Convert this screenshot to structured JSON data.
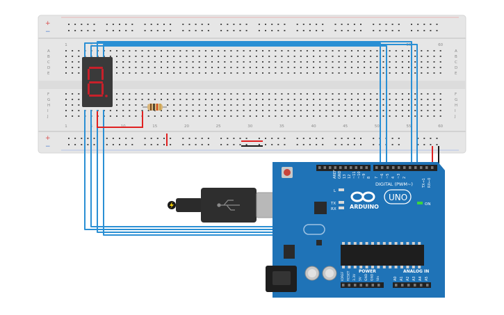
{
  "breadboard": {
    "column_numbers": [
      "1",
      "5",
      "10",
      "15",
      "20",
      "25",
      "30",
      "35",
      "40",
      "45",
      "50",
      "55",
      "60"
    ],
    "row_letters_top": [
      "A",
      "B",
      "C",
      "D",
      "E"
    ],
    "row_letters_bottom": [
      "F",
      "G",
      "H",
      "I",
      "J"
    ],
    "rail_plus": "+",
    "rail_minus": "−",
    "color_board": "#e6e6e6",
    "color_rail_red": "#d84b4b",
    "color_rail_blue": "#4f7fd0"
  },
  "display": {
    "digit_glyph": "8.",
    "color_body": "#3a3a3a",
    "color_segment": "#c8202a"
  },
  "resistor": {
    "bands": [
      "#7a4a1e",
      "#1a1a1a",
      "#d24a1a",
      "#c9a34a"
    ]
  },
  "usb_cable": {
    "icon": "usb-icon",
    "plug_icon": "lightning-icon"
  },
  "arduino": {
    "brand": "ARDUINO",
    "model": "UNO",
    "digital_label": "DIGITAL (PWM~)",
    "aref": "AREF",
    "gnd": "GND",
    "pin13": "13",
    "pin12": "12",
    "pin11": "~11",
    "pin10": "~10",
    "pin9": "~9",
    "pin8": "8",
    "pin7": "7",
    "pin6": "~6",
    "pin5": "~5",
    "pin4": "4",
    "pin3": "~3",
    "pin2": "2",
    "tx": "TX→1",
    "rx": "RX←0",
    "led_l": "L",
    "led_tx": "TX",
    "led_rx": "RX",
    "on": "ON",
    "power_label": "POWER",
    "analog_label": "ANALOG IN",
    "power_pins": [
      "IOREF",
      "RESET",
      "3.3V",
      "5V",
      "GND",
      "GND",
      "Vin"
    ],
    "analog_pins": [
      "A0",
      "A1",
      "A2",
      "A3",
      "A4",
      "A5"
    ],
    "color_board": "#1f73b7",
    "color_header": "#222222"
  },
  "wires": {
    "color_signal": "#2a8fd4",
    "color_power": "#e02020",
    "color_ground": "#1a1a1a"
  }
}
